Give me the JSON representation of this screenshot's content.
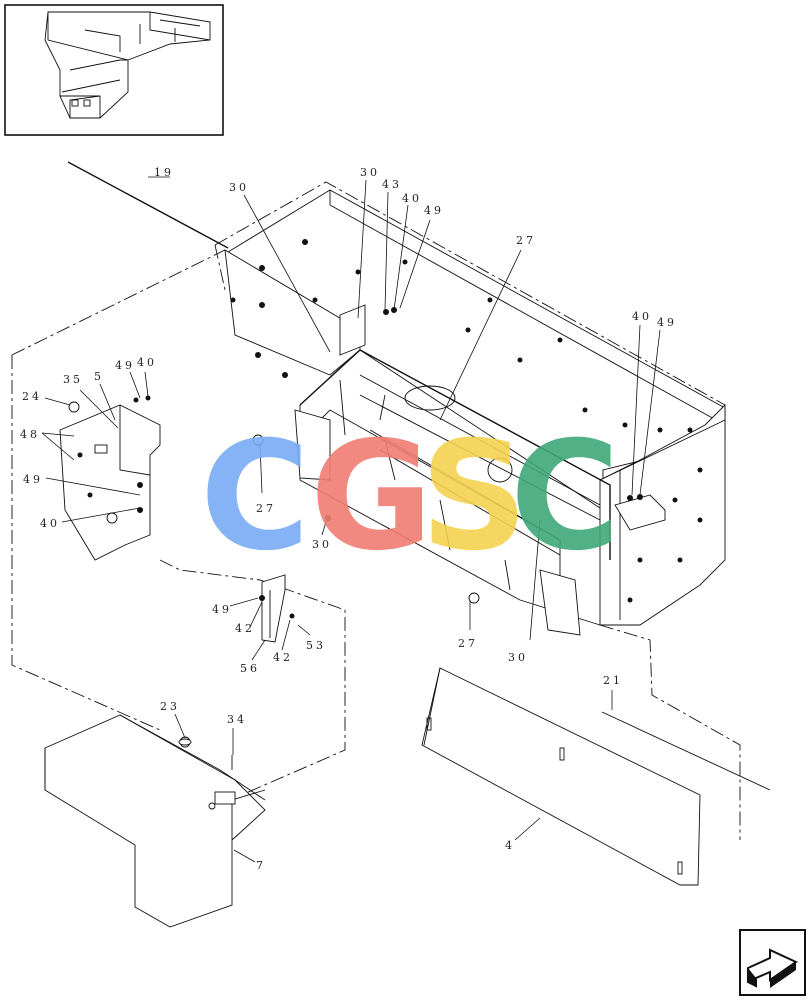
{
  "watermark": {
    "letters": [
      {
        "char": "C",
        "color": "#7aabf5"
      },
      {
        "char": "G",
        "color": "#f07d74"
      },
      {
        "char": "S",
        "color": "#f5d250"
      },
      {
        "char": "C",
        "color": "#3fa878"
      }
    ]
  },
  "callouts": {
    "c19": "19",
    "c30a": "30",
    "c30b": "30",
    "c43": "43",
    "c40a": "40",
    "c49a": "49",
    "c27a": "27",
    "c40b": "40",
    "c49b": "49",
    "c35": "35",
    "c5": "5",
    "c49c": "49",
    "c40c": "40",
    "c24": "24",
    "c48": "48",
    "c49d": "49",
    "c40d": "40",
    "c27b": "27",
    "c30c": "30",
    "c49e": "49",
    "c42a": "42",
    "c53": "53",
    "c56": "56",
    "c42b": "42",
    "c27c": "27",
    "c30d": "30",
    "c21": "21",
    "c23": "23",
    "c34": "34",
    "c7": "7",
    "c4": "4"
  },
  "icons": {
    "thumbnail": "assembly-location-thumbnail",
    "next": "next-page-arrow-icon"
  }
}
